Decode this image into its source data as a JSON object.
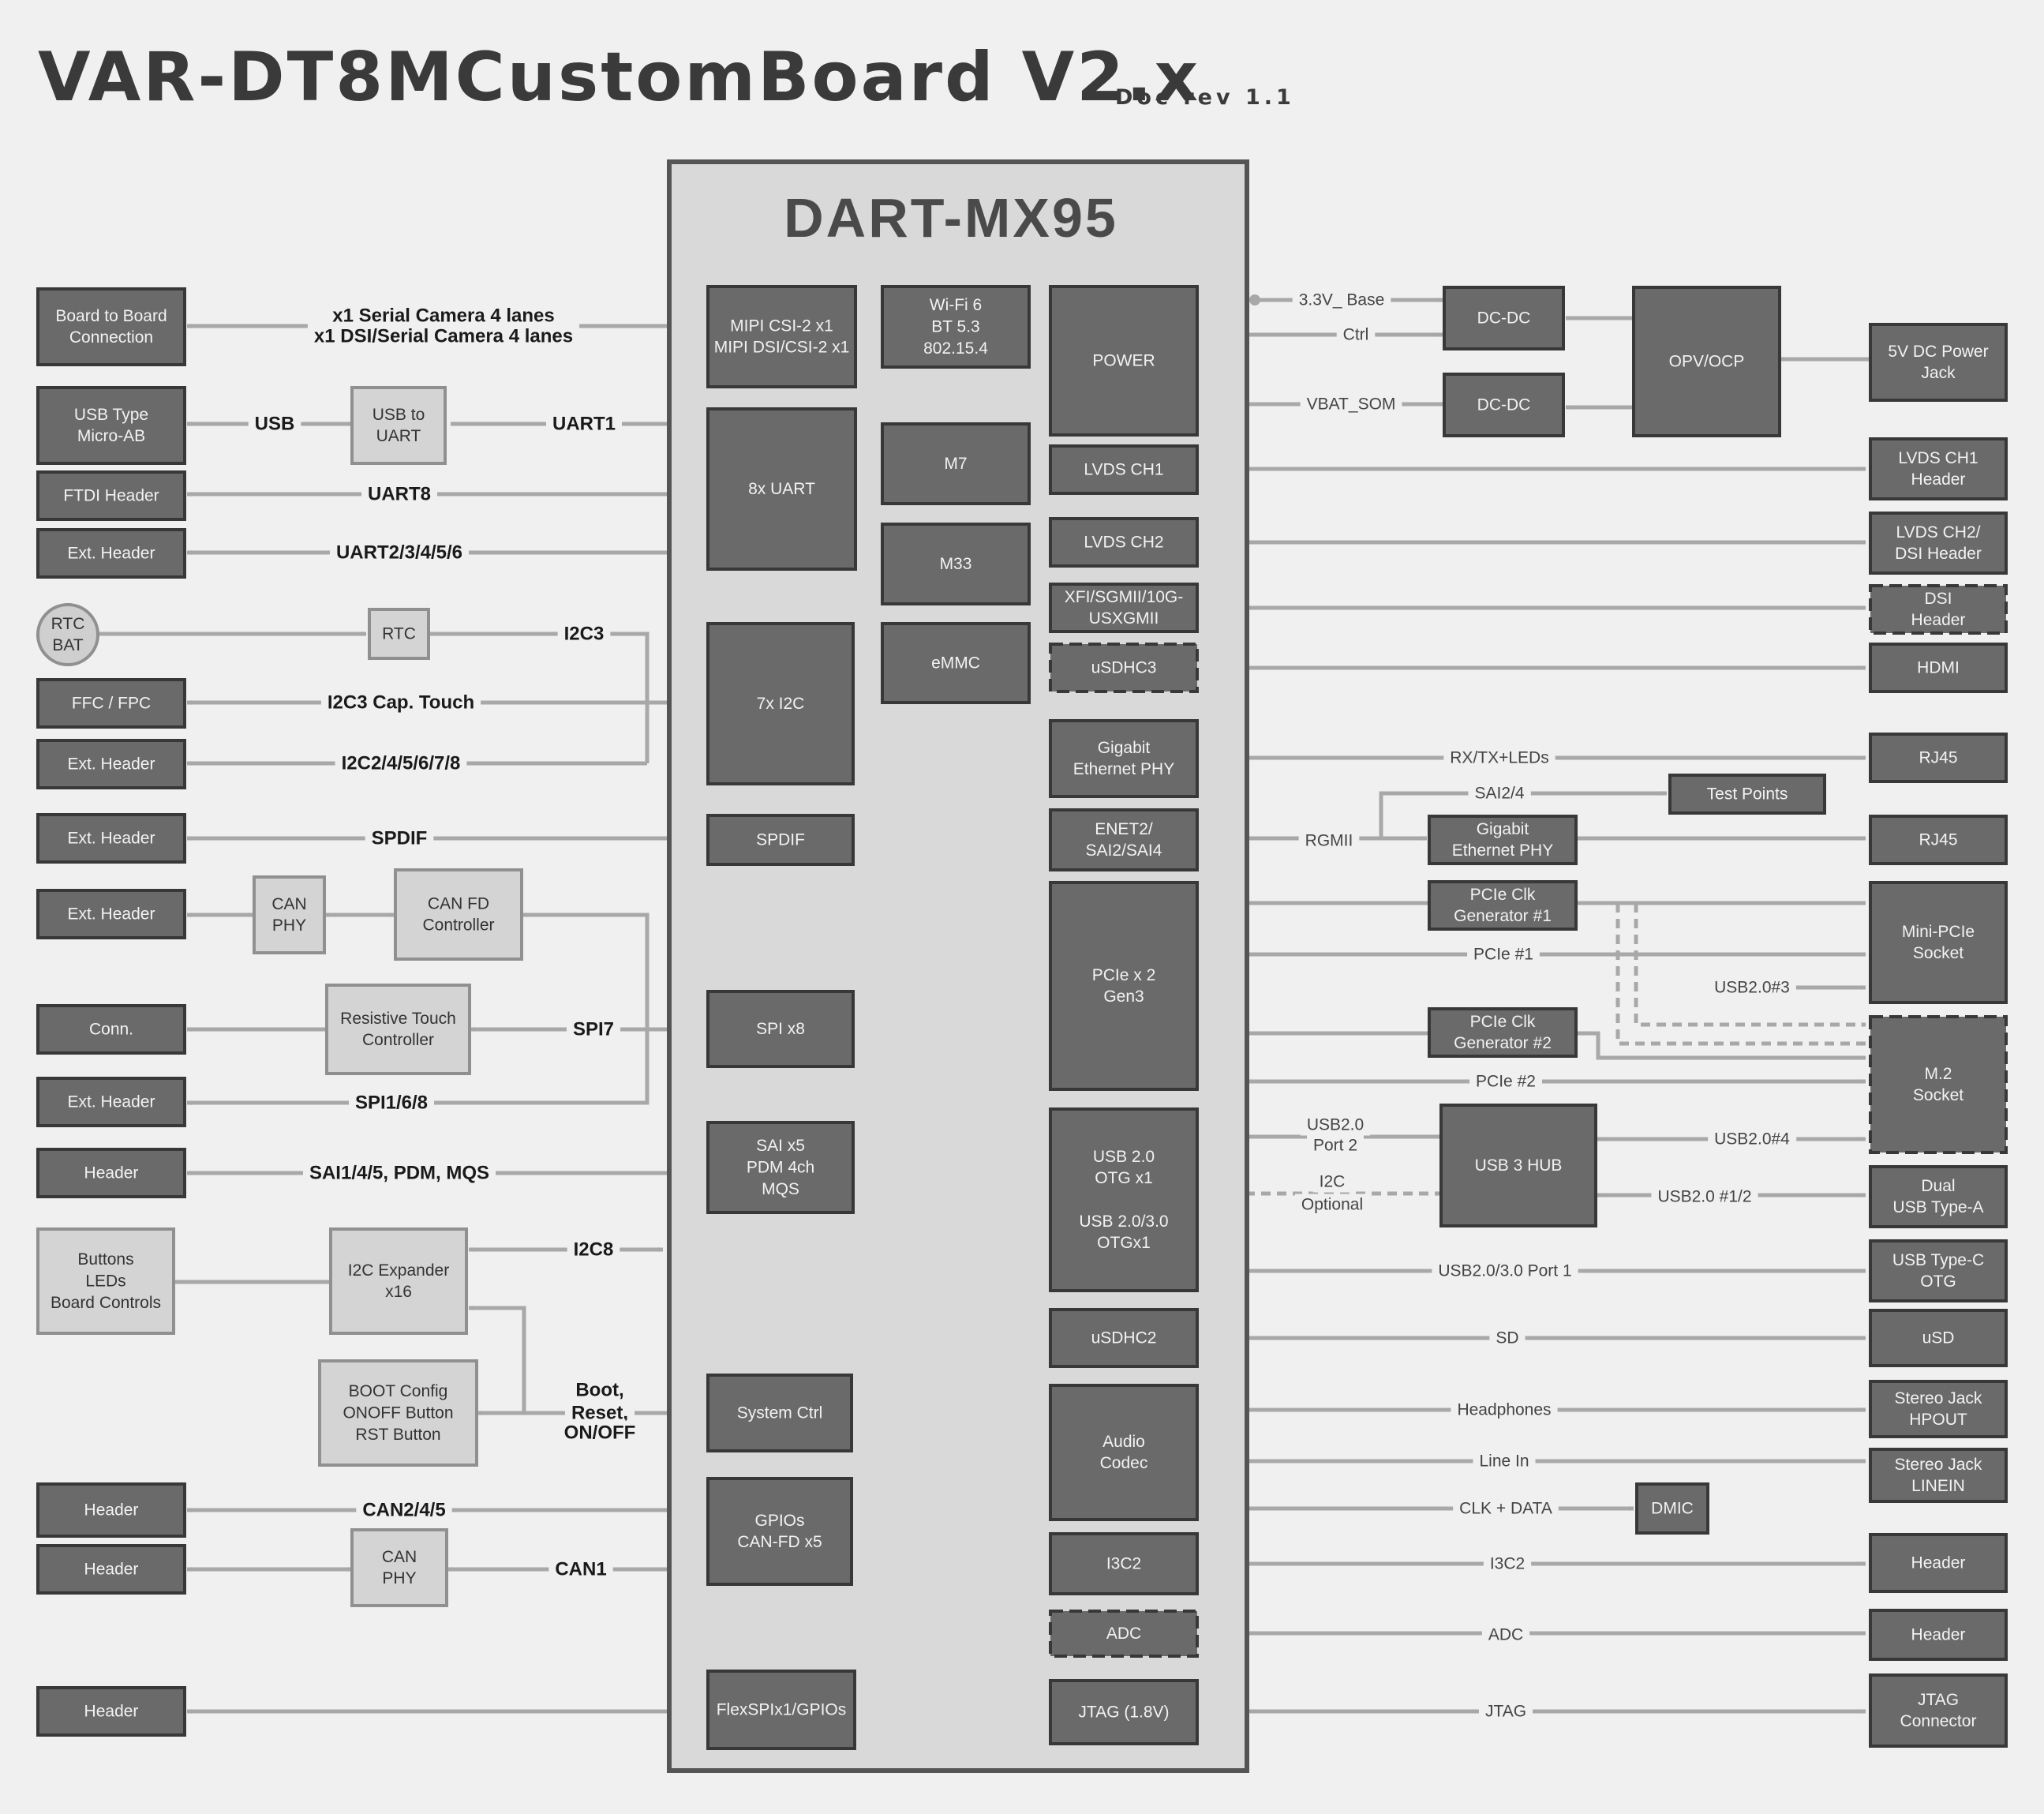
{
  "header": {
    "title": "VAR-DT8MCustomBoard V2.x",
    "doc_rev": "Doc rev 1.1"
  },
  "som": {
    "title": "DART-MX95",
    "blocks": {
      "mipi": [
        "MIPI CSI-2 x1",
        "MIPI DSI/CSI-2 x1"
      ],
      "uart": [
        "8x UART"
      ],
      "i2c": [
        "7x I2C"
      ],
      "spdif": [
        "SPDIF"
      ],
      "spi": [
        "SPI x8"
      ],
      "sai": [
        "SAI x5",
        "PDM 4ch",
        "MQS"
      ],
      "sysctrl": [
        "System Ctrl"
      ],
      "gpios": [
        "GPIOs",
        "CAN-FD x5"
      ],
      "flexspi": [
        "FlexSPIx1/GPIOs"
      ],
      "wifi": [
        "Wi-Fi 6",
        "BT 5.3",
        "802.15.4"
      ],
      "m7": [
        "M7"
      ],
      "m33": [
        "M33"
      ],
      "emmc": [
        "eMMC"
      ],
      "power": [
        "POWER"
      ],
      "lvds1": [
        "LVDS CH1"
      ],
      "lvds2": [
        "LVDS CH2"
      ],
      "xfi": [
        "XFI/SGMII/10G-",
        "USXGMII"
      ],
      "usdhc3": [
        "uSDHC3"
      ],
      "gbe": [
        "Gigabit",
        "Ethernet PHY"
      ],
      "enet2": [
        "ENET2/",
        "SAI2/SAI4"
      ],
      "pcie": [
        "PCIe x 2",
        "Gen3"
      ],
      "usb": [
        "USB 2.0",
        "OTG x1",
        "",
        "USB 2.0/3.0",
        "OTGx1"
      ],
      "usdhc2": [
        "uSDHC2"
      ],
      "audio": [
        "Audio",
        "Codec"
      ],
      "i3c2": [
        "I3C2"
      ],
      "adc": [
        "ADC"
      ],
      "jtag": [
        "JTAG (1.8V)"
      ]
    }
  },
  "left_blocks": {
    "b2b": [
      "Board to Board",
      "Connection"
    ],
    "usb_micro": [
      "USB Type",
      "Micro-AB"
    ],
    "usb_uart": [
      "USB to",
      "UART"
    ],
    "ftdi": [
      "FTDI Header"
    ],
    "ext_uart": [
      "Ext. Header"
    ],
    "rtc_bat": [
      "RTC",
      "BAT"
    ],
    "rtc": [
      "RTC"
    ],
    "ffc": [
      "FFC / FPC"
    ],
    "ext_i2c": [
      "Ext. Header"
    ],
    "ext_spdif": [
      "Ext. Header"
    ],
    "ext_can": [
      "Ext. Header"
    ],
    "can_phy1": [
      "CAN",
      "PHY"
    ],
    "canfd": [
      "CAN FD",
      "Controller"
    ],
    "conn": [
      "Conn."
    ],
    "restouch": [
      "Resistive Touch",
      "Controller"
    ],
    "ext_spi": [
      "Ext. Header"
    ],
    "hdr_sai": [
      "Header"
    ],
    "buttons": [
      "Buttons",
      "LEDs",
      "Board Controls"
    ],
    "i2cexp": [
      "I2C Expander",
      "x16"
    ],
    "boot": [
      "BOOT Config",
      "ONOFF Button",
      "RST Button"
    ],
    "hdr_can245": [
      "Header"
    ],
    "hdr_can1": [
      "Header"
    ],
    "can_phy2": [
      "CAN",
      "PHY"
    ],
    "hdr_flexspi": [
      "Header"
    ]
  },
  "right_blocks": {
    "dcdc1": [
      "DC-DC"
    ],
    "dcdc2": [
      "DC-DC"
    ],
    "opv": [
      "OPV/OCP"
    ],
    "dcjack": [
      "5V DC Power",
      "Jack"
    ],
    "lvds1_hdr": [
      "LVDS CH1",
      "Header"
    ],
    "lvds2_hdr": [
      "LVDS CH2/",
      "DSI Header"
    ],
    "dsi_hdr": [
      "DSI",
      "Header"
    ],
    "hdmi": [
      "HDMI"
    ],
    "rj45_1": [
      "RJ45"
    ],
    "testpoints": [
      "Test Points"
    ],
    "gbe_phy2": [
      "Gigabit",
      "Ethernet PHY"
    ],
    "rj45_2": [
      "RJ45"
    ],
    "pcieclk1": [
      "PCIe Clk",
      "Generator #1"
    ],
    "minipcie": [
      "Mini-PCIe",
      "Socket"
    ],
    "pcieclk2": [
      "PCIe Clk",
      "Generator #2"
    ],
    "m2": [
      "M.2",
      "Socket"
    ],
    "usbhub": [
      "USB 3 HUB"
    ],
    "dualusb": [
      "Dual",
      "USB Type-A"
    ],
    "usbc": [
      "USB Type-C",
      "OTG"
    ],
    "usd": [
      "uSD"
    ],
    "hpout": [
      "Stereo Jack",
      "HPOUT"
    ],
    "linein": [
      "Stereo Jack",
      "LINEIN"
    ],
    "dmic": [
      "DMIC"
    ],
    "hdr_i3c": [
      "Header"
    ],
    "hdr_adc": [
      "Header"
    ],
    "jtagconn": [
      "JTAG",
      "Connector"
    ]
  },
  "labels": {
    "cam1": "x1 Serial Camera 4 lanes",
    "cam2": "x1 DSI/Serial Camera 4 lanes",
    "usb": "USB",
    "uart1": "UART1",
    "uart8": "UART8",
    "uart2": "UART2/3/4/5/6",
    "i2c3": "I2C3",
    "i2c3cap": "I2C3 Cap. Touch",
    "i2c2": "I2C2/4/5/6/7/8",
    "spdif": "SPDIF",
    "spi7": "SPI7",
    "spi168": "SPI1/6/8",
    "sai": "SAI1/4/5, PDM, MQS",
    "i2c8": "I2C8",
    "boot1": "Boot,",
    "boot2": "Reset,",
    "boot3": "ON/OFF",
    "can245": "CAN2/4/5",
    "can1": "CAN1",
    "v33": "3.3V_ Base",
    "ctrl": "Ctrl",
    "vbat": "VBAT_SOM",
    "rxtx": "RX/TX+LEDs",
    "sai24": "SAI2/4",
    "rgmii": "RGMII",
    "pcie1": "PCIe #1",
    "usb3": "USB2.0#3",
    "pcie2": "PCIe #2",
    "usbport2a": "USB2.0",
    "usbport2b": "Port 2",
    "usb4": "USB2.0#4",
    "i2copt1": "I2C",
    "i2copt2": "Optional",
    "usb12": "USB2.0 #1/2",
    "usbport1": "USB2.0/3.0 Port 1",
    "sd": "SD",
    "headphones": "Headphones",
    "linein": "Line In",
    "clkdata": "CLK + DATA",
    "i3c2": "I3C2",
    "adc": "ADC",
    "jtag": "JTAG"
  }
}
